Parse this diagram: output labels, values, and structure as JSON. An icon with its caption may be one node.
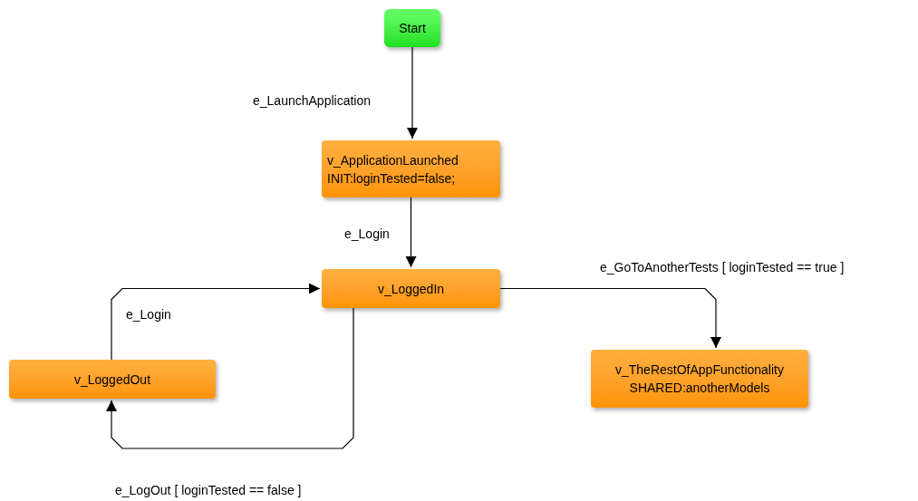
{
  "diagram": {
    "nodes": [
      {
        "text": [
          "Start"
        ]
      },
      {
        "text": [
          "v_ApplicationLaunched",
          "INIT:loginTested=false;"
        ]
      },
      {
        "text": [
          "v_LoggedIn"
        ]
      },
      {
        "text": [
          "v_LoggedOut"
        ]
      },
      {
        "text": [
          "v_TheRestOfAppFunctionality",
          "SHARED:anotherModels"
        ]
      }
    ],
    "edges": [
      {
        "from": 0,
        "to": 1,
        "arrow": "to",
        "label": "e_LaunchApplication"
      },
      {
        "from": 1,
        "to": 2,
        "arrow": "to",
        "label": "e_Login"
      },
      {
        "from": 2,
        "to": 4,
        "arrow": "to",
        "label": "e_GoToAnotherTests [ loginTested == true ]"
      },
      {
        "from": 2,
        "to": 3,
        "arrow": "to",
        "label": "e_LogOut [ loginTested == false ]"
      },
      {
        "from": 3,
        "to": 2,
        "arrow": "to",
        "label": "e_Login"
      }
    ]
  }
}
